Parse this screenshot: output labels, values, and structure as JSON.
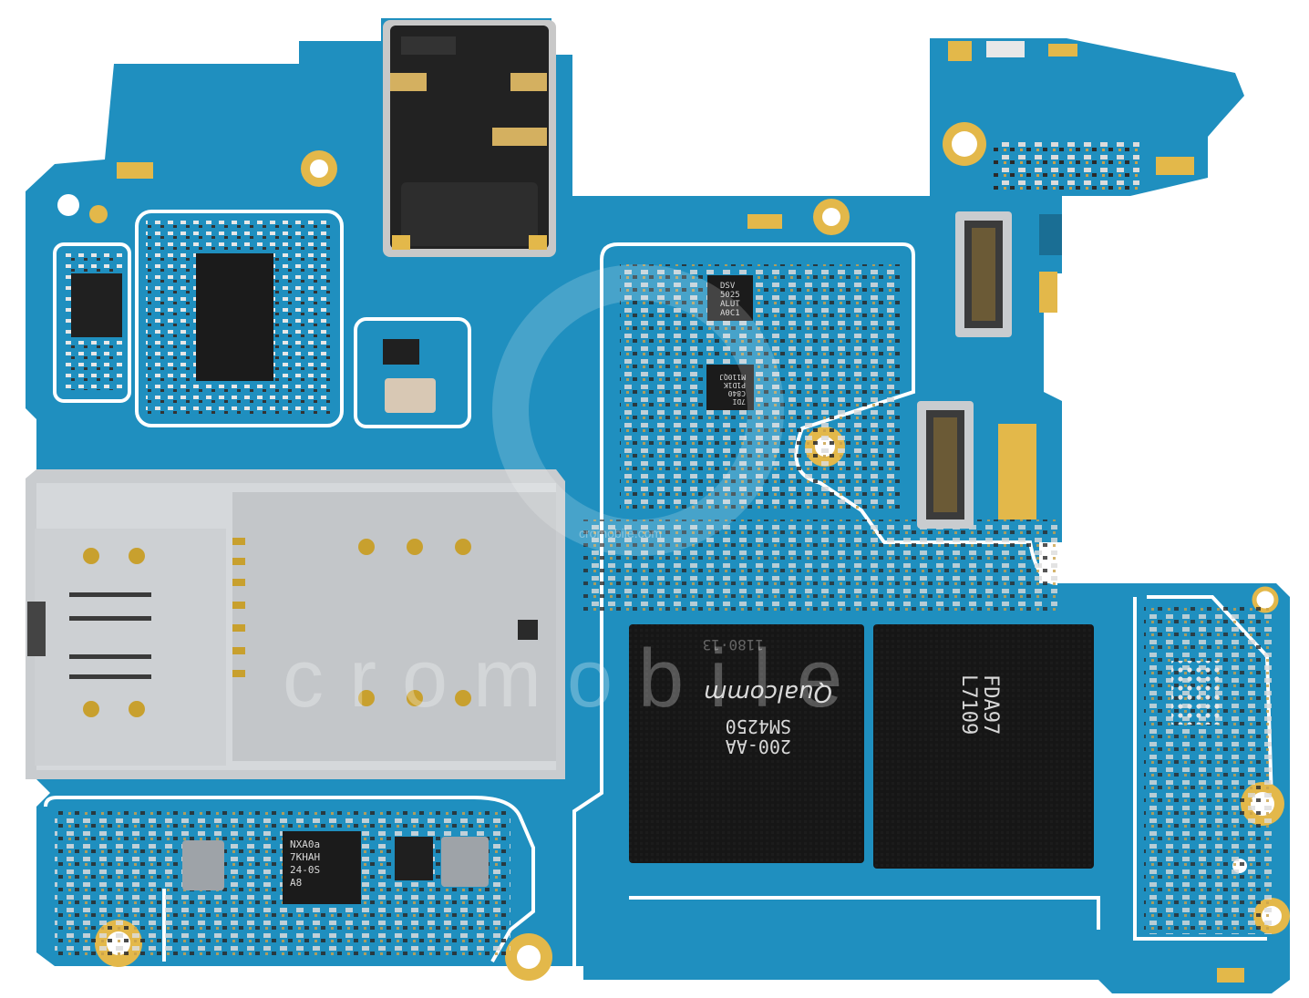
{
  "photo": {
    "subject": "Smartphone main logic board (PCB), top view",
    "colors": {
      "pcb": "#1f8fbf",
      "pcb_dark": "#176f97",
      "silkscreen": "#ffffff",
      "gold": "#e3b84a",
      "chip": "#1a1a1a",
      "shield": "#c9cccf",
      "background": "#ffffff"
    }
  },
  "chips": {
    "soc": {
      "line1": "SM4250",
      "line2": "200-AA",
      "brand": "Qualcomm",
      "top_code": "1180·13"
    },
    "memory": {
      "line1": "FDA97",
      "line2": "L7109"
    },
    "pmic_small": {
      "line1": "NXA0a",
      "line2": "7KHAH",
      "line3": "24-0S",
      "line4": "A8"
    },
    "sensor_a": {
      "line1": "DSV",
      "line2": "5025",
      "line3": "ALUT",
      "line4": "A0C1"
    },
    "sensor_b": {
      "line1": "7DI",
      "line2": "C840",
      "line3": "P1D1K",
      "line4": "M110QJ"
    }
  },
  "watermark": {
    "text": "cromobile",
    "small": "cromobile.com"
  }
}
